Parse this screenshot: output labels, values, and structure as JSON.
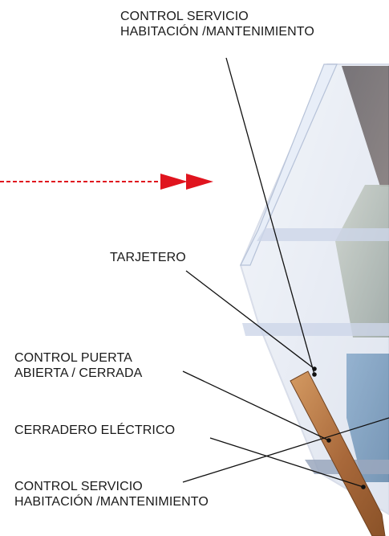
{
  "labels": {
    "control_servicio_top": {
      "line1": "CONTROL SERVICIO",
      "line2": "HABITACIÓN /MANTENIMIENTO"
    },
    "tarjetero": {
      "line1": "TARJETERO"
    },
    "control_puerta": {
      "line1": "CONTROL  PUERTA",
      "line2": "ABIERTA / CERRADA"
    },
    "cerradero": {
      "line1": "CERRADERO ELÉCTRICO"
    },
    "control_servicio_bottom": {
      "line1": "CONTROL SERVICIO",
      "line2": "HABITACIÓN /MANTENIMIENTO"
    }
  },
  "colors": {
    "arrow": "#e0141e",
    "leader_line": "#111111",
    "frame_glass": "#c9d3e6",
    "door_wood": "#b47a45",
    "room_dark": "#3a2a24",
    "device_blue": "#4a7fa6"
  }
}
